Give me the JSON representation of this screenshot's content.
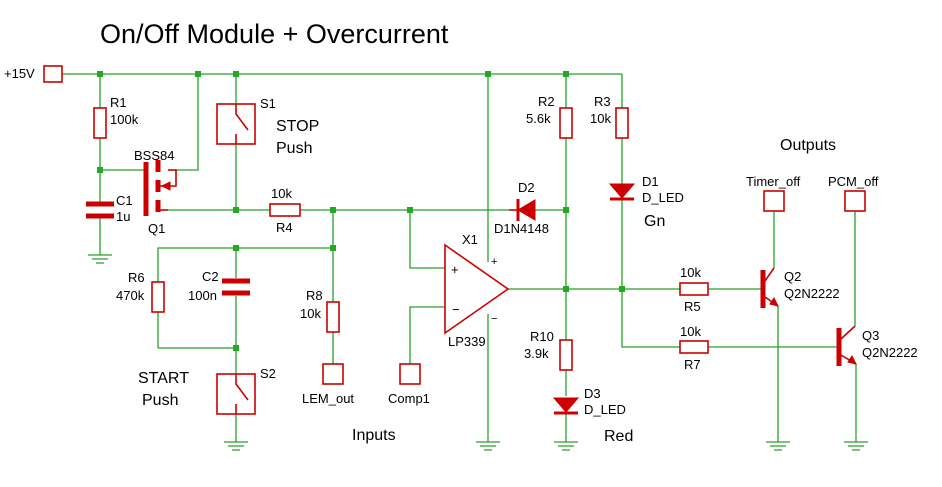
{
  "title": "On/Off Module + Overcurrent",
  "supply": {
    "label": "+15V"
  },
  "sections": {
    "inputs": "Inputs",
    "outputs": "Outputs"
  },
  "components": {
    "R1": {
      "ref": "R1",
      "value": "100k"
    },
    "C1": {
      "ref": "C1",
      "value": "1u"
    },
    "Q1": {
      "ref": "Q1",
      "value": "BSS84"
    },
    "S1": {
      "ref": "S1",
      "caption_line1": "STOP",
      "caption_line2": "Push"
    },
    "R4": {
      "ref": "R4",
      "value": "10k"
    },
    "R6": {
      "ref": "R6",
      "value": "470k"
    },
    "C2": {
      "ref": "C2",
      "value": "100n"
    },
    "R8": {
      "ref": "R8",
      "value": "10k"
    },
    "S2": {
      "ref": "S2",
      "caption_line1": "START",
      "caption_line2": "Push"
    },
    "X1": {
      "ref": "X1",
      "value": "LP339"
    },
    "D2": {
      "ref": "D2",
      "value": "D1N4148"
    },
    "R2": {
      "ref": "R2",
      "value": "5.6k"
    },
    "R3": {
      "ref": "R3",
      "value": "10k"
    },
    "D1": {
      "ref": "D1",
      "value": "D_LED",
      "caption": "Gn"
    },
    "R10": {
      "ref": "R10",
      "value": "3.9k"
    },
    "D3": {
      "ref": "D3",
      "value": "D_LED",
      "caption": "Red"
    },
    "R5": {
      "ref": "R5",
      "value": "10k"
    },
    "R7": {
      "ref": "R7",
      "value": "10k"
    },
    "Q2": {
      "ref": "Q2",
      "value": "Q2N2222"
    },
    "Q3": {
      "ref": "Q3",
      "value": "Q2N2222"
    }
  },
  "ports": {
    "lem_out": "LEM_out",
    "comp1": "Comp1",
    "timer_off": "Timer_off",
    "pcm_off": "PCM_off"
  },
  "opamp_pins": {
    "plus": "+",
    "minus": "−"
  },
  "colors": {
    "wire": "#2aa02a",
    "component": "#cc0000",
    "junction": "#22aa22",
    "text": "#000000"
  }
}
